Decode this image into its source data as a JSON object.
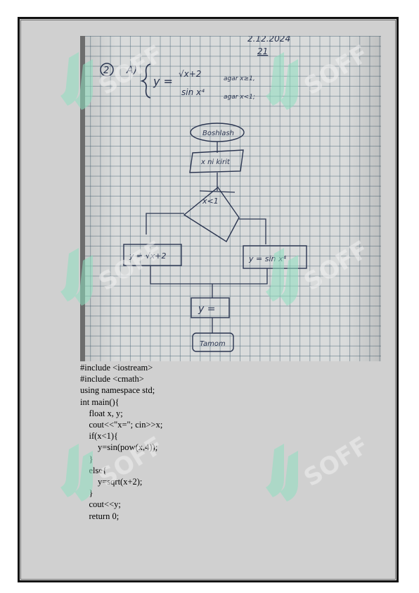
{
  "page": {
    "watermark_text": "SOFF"
  },
  "photo": {
    "date": "2.12.2024",
    "number": "21",
    "task_number": "2",
    "task_letter": "A)",
    "formula": {
      "lhs": "y =",
      "case1_expr": "√x+2",
      "case1_cond": "agar x≥1,",
      "case2_expr": "sin x⁴",
      "case2_cond": "agar x<1;"
    },
    "flowchart": {
      "start": "Boshlash",
      "input": "x ni kirit",
      "decision": "x<1",
      "left_branch": "y = √x+2",
      "right_branch": "y = sin x⁴",
      "output": "y =",
      "end": "Tamom"
    }
  },
  "code_lines": [
    "#include <iostream>",
    "#include <cmath>",
    "using namespace std;",
    "int main(){",
    "    float x, y;",
    "    cout<<\"x=\"; cin>>x;",
    "    if(x<1){",
    "        y=sin(pow(x,4));",
    "    }",
    "    else{",
    "        y=sqrt(x+2);",
    "    }",
    "    cout<<y;",
    "    return 0;"
  ]
}
